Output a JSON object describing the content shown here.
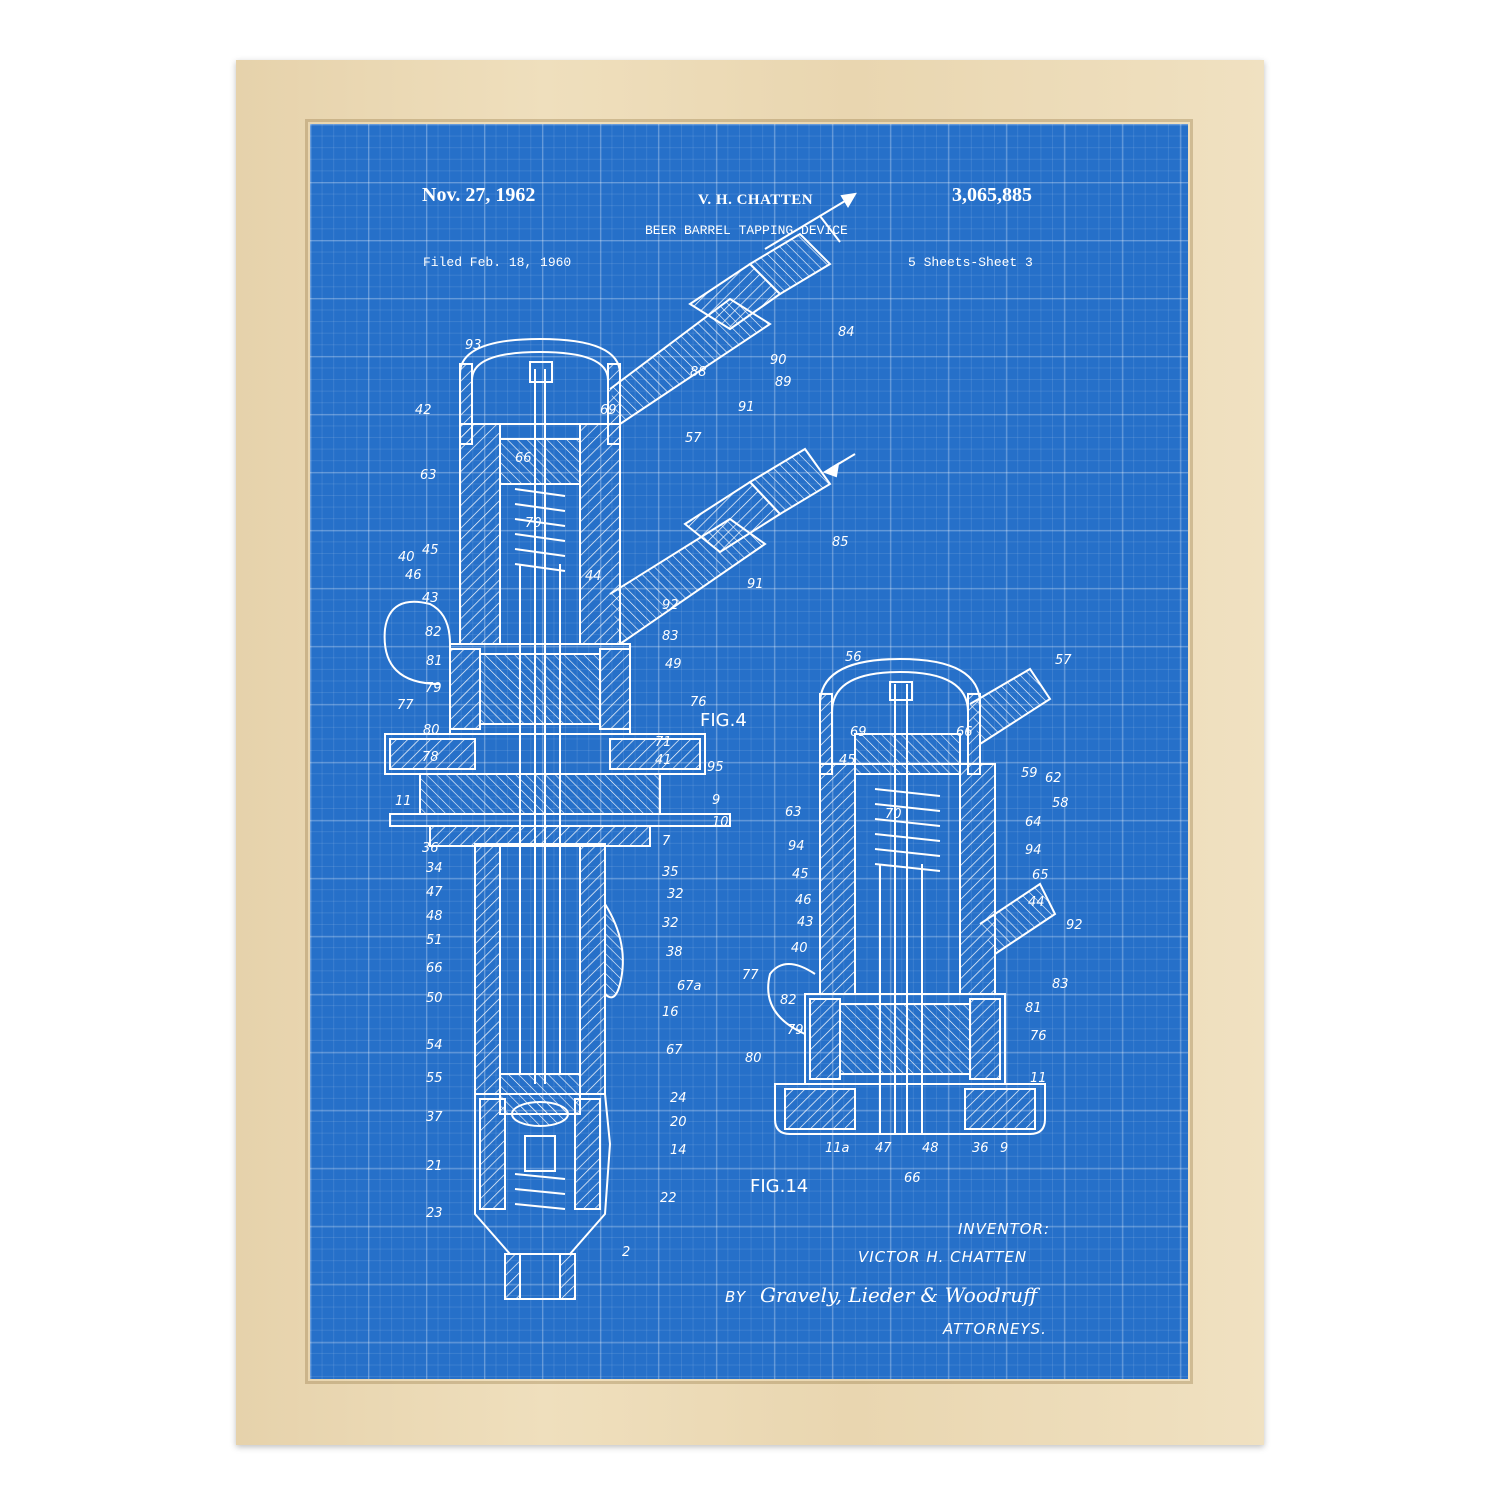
{
  "patent": {
    "date": "Nov. 27, 1962",
    "inventor_header": "V. H. CHATTEN",
    "number": "3,065,885",
    "title": "BEER BARREL TAPPING DEVICE",
    "filed": "Filed Feb. 18, 1960",
    "sheets": "5 Sheets-Sheet 3"
  },
  "figures": {
    "fig4": "FIG.4",
    "fig14": "FIG.14"
  },
  "fig4_labels": [
    "93",
    "42",
    "63",
    "40",
    "45",
    "46",
    "43",
    "82",
    "81",
    "77",
    "79",
    "80",
    "78",
    "11",
    "36",
    "34",
    "47",
    "48",
    "51",
    "66",
    "50",
    "54",
    "55",
    "37",
    "21",
    "23",
    "88",
    "84",
    "90",
    "89",
    "91",
    "69",
    "57",
    "66",
    "70",
    "44",
    "85",
    "91",
    "92",
    "83",
    "49",
    "76",
    "71",
    "41",
    "95",
    "9",
    "10",
    "7",
    "35",
    "32",
    "32",
    "38",
    "67a",
    "16",
    "67",
    "24",
    "20",
    "14",
    "22",
    "2"
  ],
  "fig14_labels": [
    "56",
    "57",
    "69",
    "66",
    "45",
    "59",
    "62",
    "58",
    "63",
    "64",
    "94",
    "70",
    "94",
    "45",
    "65",
    "46",
    "43",
    "44",
    "40",
    "92",
    "77",
    "82",
    "83",
    "79",
    "81",
    "76",
    "80",
    "11",
    "11a",
    "47",
    "48",
    "36",
    "9",
    "66"
  ],
  "signature": {
    "inventor_title": "INVENTOR:",
    "inventor_name": "VICTOR H. CHATTEN",
    "by": "BY",
    "firm": "Gravely, Lieder & Woodruff",
    "attorneys": "ATTORNEYS."
  },
  "colors": {
    "blueprint": "#2670c9",
    "frame": "#ecdab5",
    "ink": "#ffffff"
  }
}
